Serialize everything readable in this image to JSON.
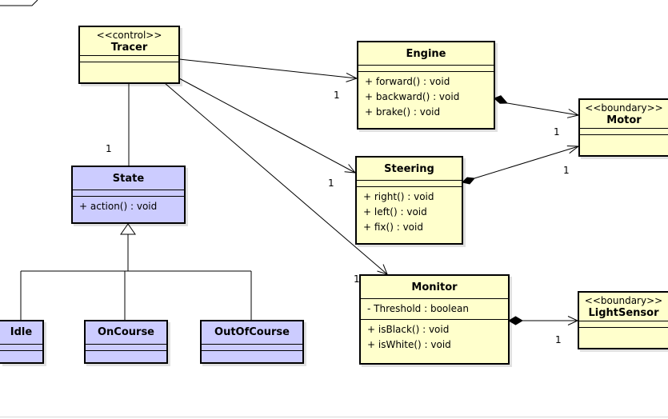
{
  "classes": {
    "tracer": {
      "stereotype": "<<control>>",
      "name": "Tracer"
    },
    "engine": {
      "name": "Engine",
      "operations": [
        "+ forward() : void",
        "+ backward() : void",
        "+ brake() : void"
      ]
    },
    "motor": {
      "stereotype": "<<boundary>>",
      "name": "Motor"
    },
    "steering": {
      "name": "Steering",
      "operations": [
        "+ right() : void",
        "+ left() : void",
        "+ fix() : void"
      ]
    },
    "state": {
      "name": "State",
      "operations": [
        "+ action() : void"
      ]
    },
    "monitor": {
      "name": "Monitor",
      "attributes": [
        "- Threshold : boolean"
      ],
      "operations": [
        "+ isBlack() : void",
        "+ isWhite() : void"
      ]
    },
    "lightsensor": {
      "stereotype": "<<boundary>>",
      "name": "LightSensor"
    },
    "idle": {
      "name": "Idle"
    },
    "oncourse": {
      "name": "OnCourse"
    },
    "outofcourse": {
      "name": "OutOfCourse"
    }
  },
  "multiplicities": {
    "tracer_state": "1",
    "tracer_engine": "1",
    "tracer_steering": "1",
    "tracer_monitor": "1",
    "engine_motor": "1",
    "steering_motor": "1",
    "monitor_lightsensor": "1"
  },
  "colors": {
    "class_fill": "#ffffcc",
    "state_fill": "#ccccff",
    "line": "#000000"
  }
}
